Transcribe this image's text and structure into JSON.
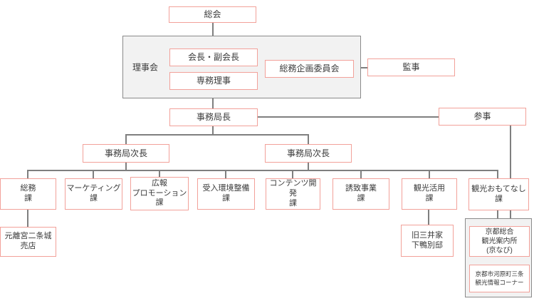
{
  "chart_title": "organization-chart",
  "colors": {
    "box_border": "#f2a19a",
    "connector": "#7f7f7f",
    "panel_fill": "#f2f2f2",
    "panel_border": "#8a8a8a",
    "text": "#3a3a3a"
  },
  "top": {
    "general_assembly": "総会"
  },
  "board": {
    "label": "理事会",
    "chairman": "会長・副会長",
    "executive_director": "専務理事",
    "committee": "総務企画委員会",
    "auditor": "監事"
  },
  "secretariat": {
    "director": "事務局長",
    "counselor": "参事",
    "deputy_left": "事務局次長",
    "deputy_right": "事務局次長"
  },
  "departments": [
    {
      "label": "総務\n課"
    },
    {
      "label": "マーケティング\n課"
    },
    {
      "label": "広報\nプロモーション\n課"
    },
    {
      "label": "受入環境整備\n課"
    },
    {
      "label": "コンテンツ開発\n課"
    },
    {
      "label": "誘致事業\n課"
    },
    {
      "label": "観光活用\n課"
    },
    {
      "label": "観光おもてなし\n課"
    }
  ],
  "facilities": {
    "nijo_castle_shop": "元離宮二条城\n売店",
    "mitsui_villa": "旧三井家\n下鴨別邸",
    "kyoto_info_center": "京都総合\n観光案内所\n(京なび)",
    "kawaramachi_corner": "京都市河原町三条\n観光情報コーナー"
  }
}
